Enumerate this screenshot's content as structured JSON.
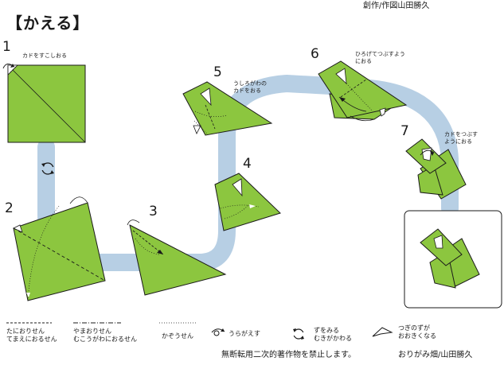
{
  "title": "【かえる】",
  "credit_top": "創作/作図山田勝久",
  "steps": [
    {
      "num": "1",
      "note": [
        "カドをすこしおる"
      ]
    },
    {
      "num": "2",
      "note": []
    },
    {
      "num": "3",
      "note": []
    },
    {
      "num": "4",
      "note": []
    },
    {
      "num": "5",
      "note": [
        "うしろがわの",
        "カドをおる"
      ]
    },
    {
      "num": "6",
      "note": [
        "ひろげてつぶすよう",
        "におる"
      ]
    },
    {
      "num": "7",
      "note": [
        "カドをつぶす",
        "ようにおる"
      ]
    }
  ],
  "legend": {
    "valley": [
      "たにおりせん",
      "てまえにおるせん"
    ],
    "mountain": [
      "やまおりせん",
      "むこうがわにおるせん"
    ],
    "crease": [
      "かぞうせん"
    ],
    "flip": [
      "うらがえす"
    ],
    "rotate": [
      "ずをみる",
      "むきがかわる"
    ],
    "enlarge": [
      "つぎのずが",
      "おおきくなる"
    ]
  },
  "footer": {
    "notice": "無断転用二次的著作物を禁止します。",
    "credit": "おりがみ畑/山田勝久"
  },
  "colors": {
    "paper_green": "#8cc63f",
    "path_blue": "#b7cfe4",
    "outline": "#1a1a1a",
    "background": "#ffffff"
  }
}
